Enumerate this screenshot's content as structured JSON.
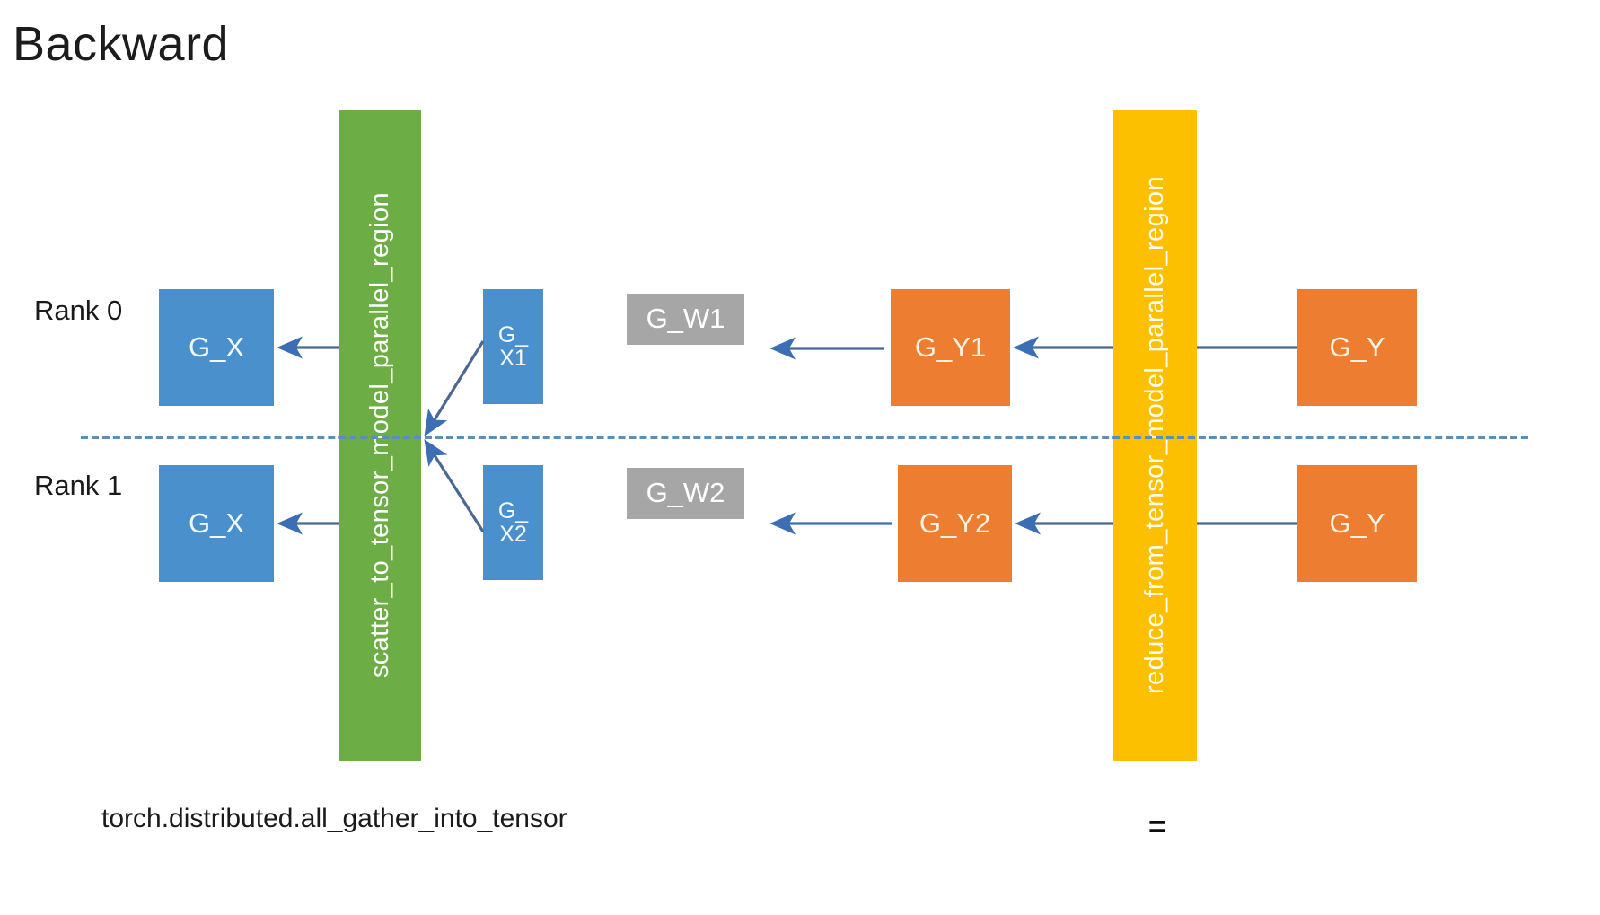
{
  "slide": {
    "title": "Backward",
    "background_color": "#ffffff"
  },
  "colors": {
    "blue_box": "#4a90cd",
    "gray_box": "#a6a6a6",
    "orange_box": "#ed7d31",
    "green_bar": "#6cad46",
    "yellow_bar": "#fdc000",
    "arrow": "#41659a",
    "divider": "#5b8fb9",
    "text_dark": "#1a1a1a"
  },
  "rank_labels": [
    {
      "text": "Rank 0"
    },
    {
      "text": "Rank 1"
    }
  ],
  "bars": [
    {
      "label": "scatter_to_tensor_model_parallel_region",
      "color": "#6cad46"
    },
    {
      "label": "reduce_from_tensor_model_parallel_region",
      "color": "#fdc000"
    }
  ],
  "boxes": {
    "rank0": [
      {
        "label": "G_X",
        "kind": "blue"
      },
      {
        "label": "G_\nX1",
        "kind": "blue-small"
      },
      {
        "label": "G_W1",
        "kind": "gray"
      },
      {
        "label": "G_Y1",
        "kind": "orange"
      },
      {
        "label": "G_Y",
        "kind": "orange"
      }
    ],
    "rank1": [
      {
        "label": "G_X",
        "kind": "blue"
      },
      {
        "label": "G_\nX2",
        "kind": "blue-small"
      },
      {
        "label": "G_W2",
        "kind": "gray"
      },
      {
        "label": "G_Y2",
        "kind": "orange"
      },
      {
        "label": "G_Y",
        "kind": "orange"
      }
    ]
  },
  "captions": {
    "left": "torch.distributed.all_gather_into_tensor",
    "right": "="
  }
}
